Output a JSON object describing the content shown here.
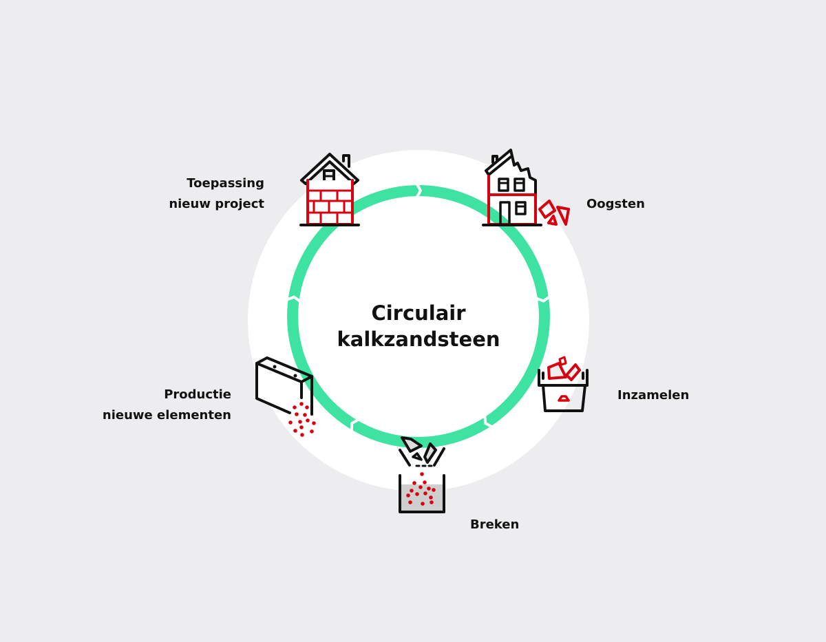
{
  "title": {
    "line1": "Circulair",
    "line2": "kalkzandsteen"
  },
  "steps": [
    {
      "id": "oogsten",
      "label_lines": [
        "Oogsten"
      ],
      "icon": "demolished-house-icon"
    },
    {
      "id": "inzamelen",
      "label_lines": [
        "Inzamelen"
      ],
      "icon": "collection-bin-icon"
    },
    {
      "id": "breken",
      "label_lines": [
        "Breken"
      ],
      "icon": "crusher-icon"
    },
    {
      "id": "productie",
      "label_lines": [
        "Productie",
        "nieuwe elementen"
      ],
      "icon": "new-block-icon"
    },
    {
      "id": "toepassing",
      "label_lines": [
        "Toepassing",
        "nieuw project"
      ],
      "icon": "brick-house-icon"
    }
  ],
  "colors": {
    "background": "#ededef",
    "ring": "#3ee3a2",
    "accent": "#d9000d",
    "line": "#111111",
    "fill": "#cfcfcf"
  }
}
